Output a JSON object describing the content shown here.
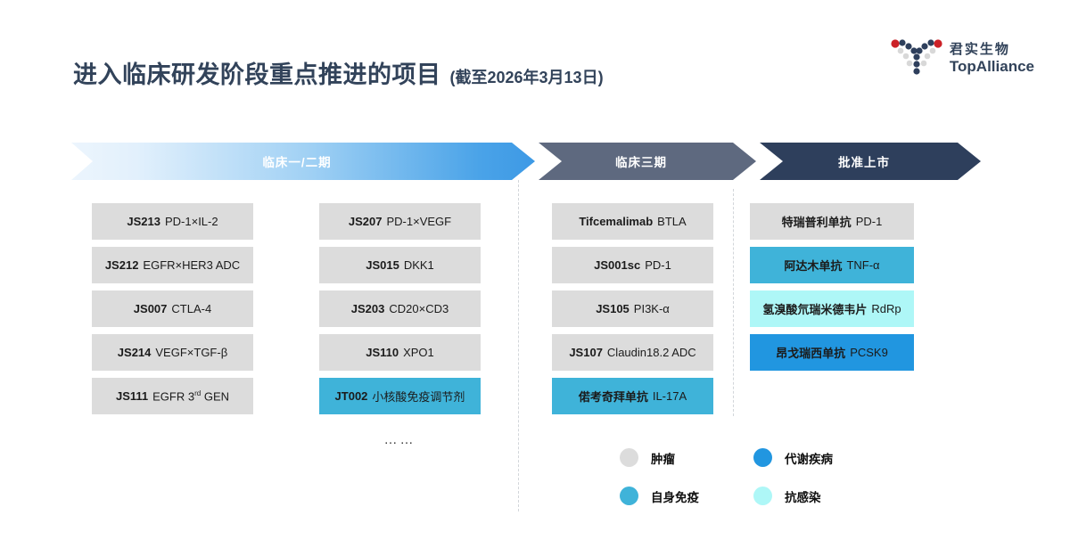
{
  "header": {
    "title_main": "进入临床研发阶段重点推进的项目",
    "title_sub": "(截至2026年3月13日)",
    "title_color": "#32435A"
  },
  "logo": {
    "cn": "君实生物",
    "en": "TopAlliance",
    "mark": "antibody-y-dots-icon"
  },
  "phases": [
    {
      "label": "临床一/二期",
      "color": "#3d99e5"
    },
    {
      "label": "临床三期",
      "color": "#5E697F"
    },
    {
      "label": "批准上市",
      "color": "#2E3F5C"
    }
  ],
  "columns": [
    {
      "name": "phase12-col-a",
      "cards": [
        {
          "code": "JS213",
          "target": "PD-1×IL-2",
          "category": "tumor"
        },
        {
          "code": "JS212",
          "target": "EGFR×HER3 ADC",
          "category": "tumor"
        },
        {
          "code": "JS007",
          "target": "CTLA-4",
          "category": "tumor"
        },
        {
          "code": "JS214",
          "target": "VEGF×TGF-β",
          "category": "tumor"
        },
        {
          "code": "JS111",
          "target": "EGFR 3rd GEN",
          "category": "tumor",
          "sup": "rd"
        }
      ]
    },
    {
      "name": "phase12-col-b",
      "cards": [
        {
          "code": "JS207",
          "target": "PD-1×VEGF",
          "category": "tumor"
        },
        {
          "code": "JS015",
          "target": "DKK1",
          "category": "tumor"
        },
        {
          "code": "JS203",
          "target": "CD20×CD3",
          "category": "tumor"
        },
        {
          "code": "JS110",
          "target": "XPO1",
          "category": "tumor"
        },
        {
          "code": "JT002",
          "target": "小核酸免疫调节剂",
          "category": "autoimmune"
        }
      ]
    },
    {
      "name": "phase3-col",
      "cards": [
        {
          "code": "Tifcemalimab",
          "target": "BTLA",
          "category": "tumor"
        },
        {
          "code": "JS001sc",
          "target": "PD-1",
          "category": "tumor"
        },
        {
          "code": "JS105",
          "target": "PI3K-α",
          "category": "tumor"
        },
        {
          "code": "JS107",
          "target": "Claudin18.2 ADC",
          "category": "tumor"
        },
        {
          "code": "偌考奇拜单抗",
          "target": "IL-17A",
          "category": "autoimmune"
        }
      ]
    },
    {
      "name": "approved-col",
      "cards": [
        {
          "code": "特瑞普利单抗",
          "target": "PD-1",
          "category": "tumor"
        },
        {
          "code": "阿达木单抗",
          "target": "TNF-α",
          "category": "autoimmune"
        },
        {
          "code": "氢溴酸氘瑞米德韦片",
          "target": "RdRp",
          "category": "infection"
        },
        {
          "code": "昂戈瑞西单抗",
          "target": "PCSK9",
          "category": "metabolic"
        }
      ]
    }
  ],
  "ellipsis": "……",
  "legend": [
    {
      "label": "肿瘤",
      "color": "#DCDCDC",
      "category": "tumor"
    },
    {
      "label": "代谢疾病",
      "color": "#2196E0",
      "category": "metabolic"
    },
    {
      "label": "自身免疫",
      "color": "#3FB3D9",
      "category": "autoimmune"
    },
    {
      "label": "抗感染",
      "color": "#AEF7F7",
      "category": "infection"
    }
  ]
}
